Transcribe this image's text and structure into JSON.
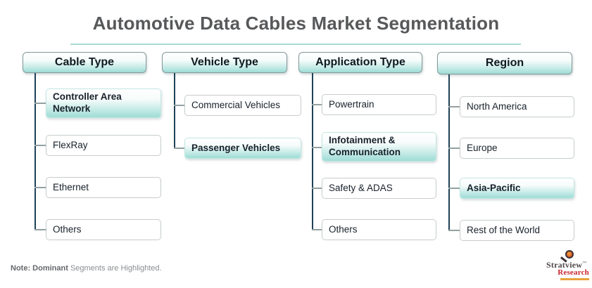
{
  "title": {
    "text": "Automotive Data Cables Market Segmentation"
  },
  "columns": [
    {
      "header": "Cable Type",
      "items": [
        {
          "label": "Controller Area Network",
          "highlighted": true
        },
        {
          "label": "FlexRay",
          "highlighted": false
        },
        {
          "label": "Ethernet",
          "highlighted": false
        },
        {
          "label": "Others",
          "highlighted": false
        }
      ]
    },
    {
      "header": "Vehicle Type",
      "items": [
        {
          "label": "Commercial Vehicles",
          "highlighted": false
        },
        {
          "label": "Passenger Vehicles",
          "highlighted": true
        }
      ]
    },
    {
      "header": "Application Type",
      "items": [
        {
          "label": "Powertrain",
          "highlighted": false
        },
        {
          "label": "Infotainment & Communication",
          "highlighted": true
        },
        {
          "label": "Safety & ADAS",
          "highlighted": false
        },
        {
          "label": "Others",
          "highlighted": false
        }
      ]
    },
    {
      "header": "Region",
      "items": [
        {
          "label": "North America",
          "highlighted": false
        },
        {
          "label": "Europe",
          "highlighted": false
        },
        {
          "label": "Asia-Pacific",
          "highlighted": true
        },
        {
          "label": "Rest of the World",
          "highlighted": false
        }
      ]
    }
  ],
  "note": {
    "bold": "Note: Dominant",
    "rest": " Segments are Highlighted."
  },
  "logo": {
    "brand": "Stratview",
    "tm": "™",
    "sub": "Research"
  },
  "colors": {
    "title_text": "#57585a",
    "title_underline": "#a9d9d5",
    "teal_gradient_end": "#9edcd5",
    "box_border": "#c7cccc",
    "header_border": "#85989a",
    "connector_vertical": "#1f4257",
    "connector_stub": "#93a1a1",
    "note_text": "#8a8d90",
    "logo_brand": "#51474a",
    "logo_sub_red": "#c9252c",
    "logo_tagline_orange": "#e9a23b"
  }
}
